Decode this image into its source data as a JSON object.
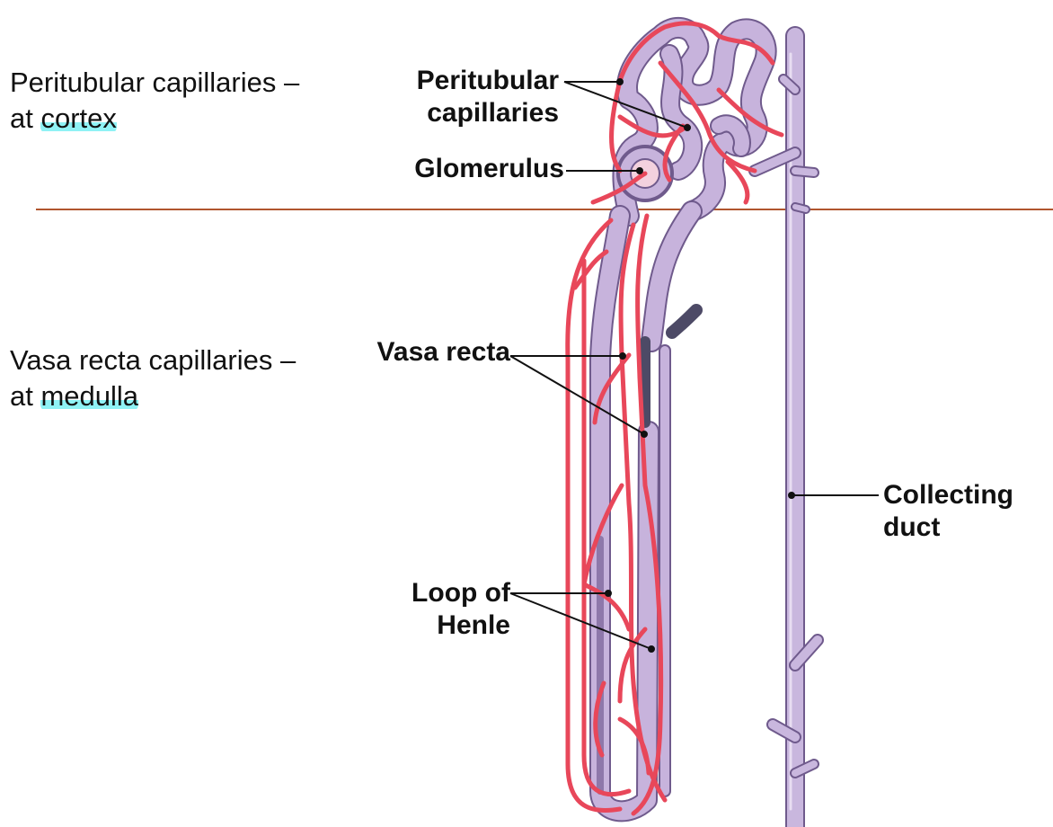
{
  "notes": {
    "cortex_line1": "Peritubular capillaries –",
    "cortex_line2_prefix": "at ",
    "cortex_line2_highlight": "cortex",
    "medulla_line1": "Vasa recta capillaries –",
    "medulla_line2_prefix": "at ",
    "medulla_line2_highlight": "medulla"
  },
  "labels": {
    "peritubular_line1": "Peritubular",
    "peritubular_line2": "capillaries",
    "glomerulus": "Glomerulus",
    "vasa_recta": "Vasa recta",
    "loop_line1": "Loop of",
    "loop_line2": "Henle",
    "collecting_line1": "Collecting",
    "collecting_line2": "duct"
  },
  "colors": {
    "divider": "#b0552e",
    "tubule": "#c7b3dc",
    "tubule_outline": "#7a6596",
    "vessel": "#e8475a",
    "highlight": "#8ff2f5"
  }
}
